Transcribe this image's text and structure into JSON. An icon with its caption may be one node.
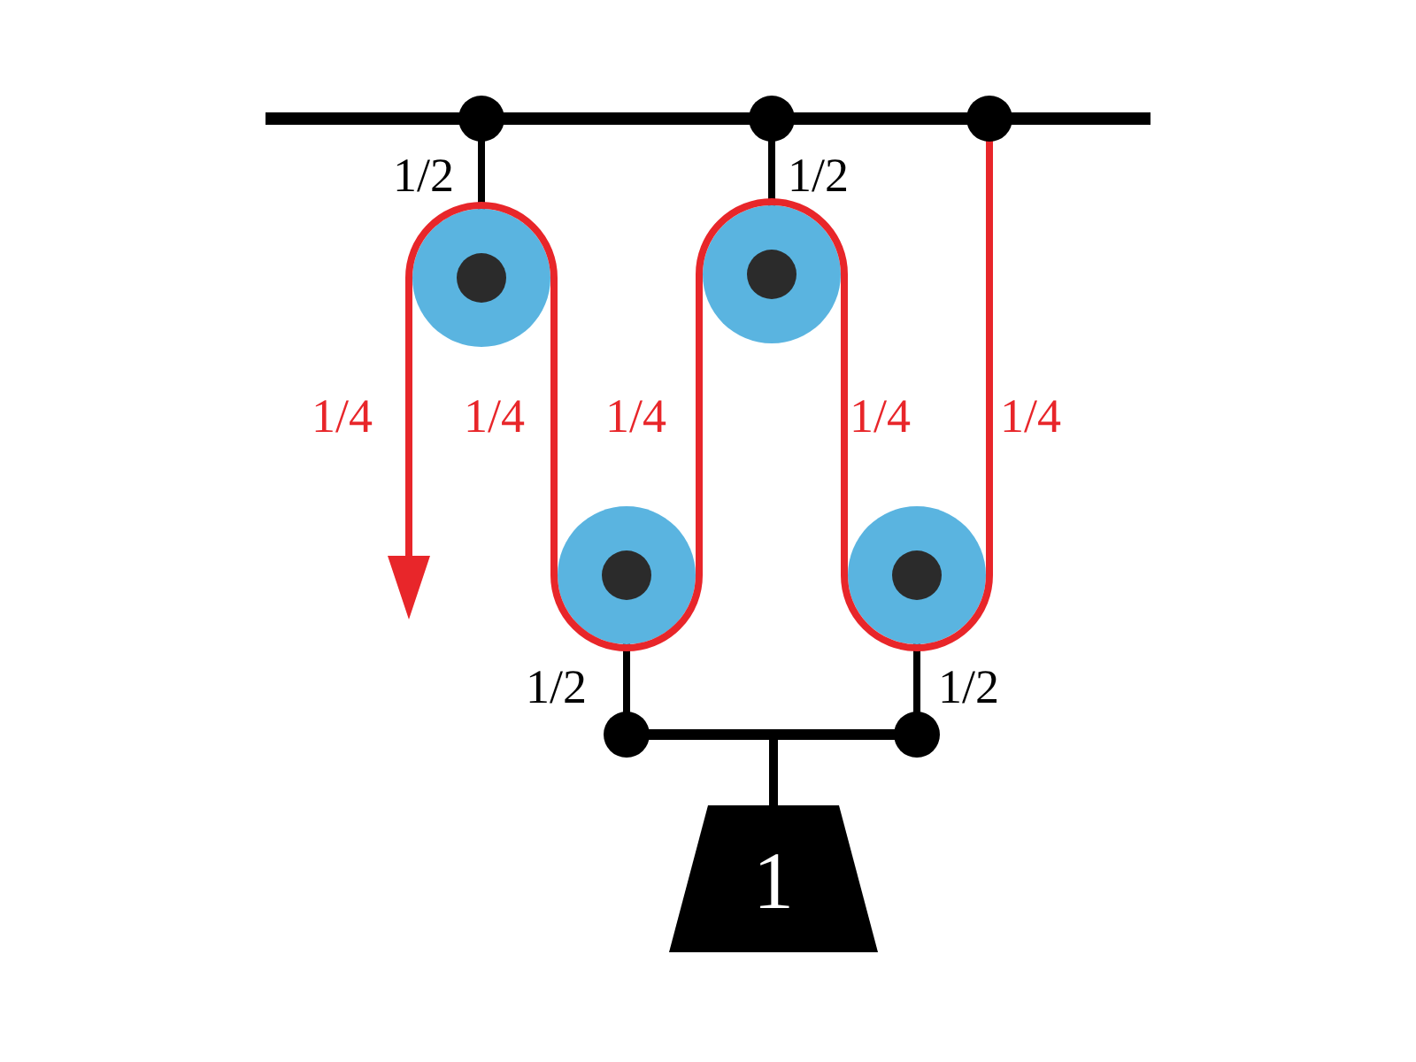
{
  "diagram": {
    "nodes": [
      {
        "text": [
          "1"
        ]
      }
    ],
    "labels": [
      "1/2",
      "1/2",
      "1/4",
      "1/4",
      "1/4",
      "1/4",
      "1/4",
      "1/2",
      "1/2"
    ]
  }
}
